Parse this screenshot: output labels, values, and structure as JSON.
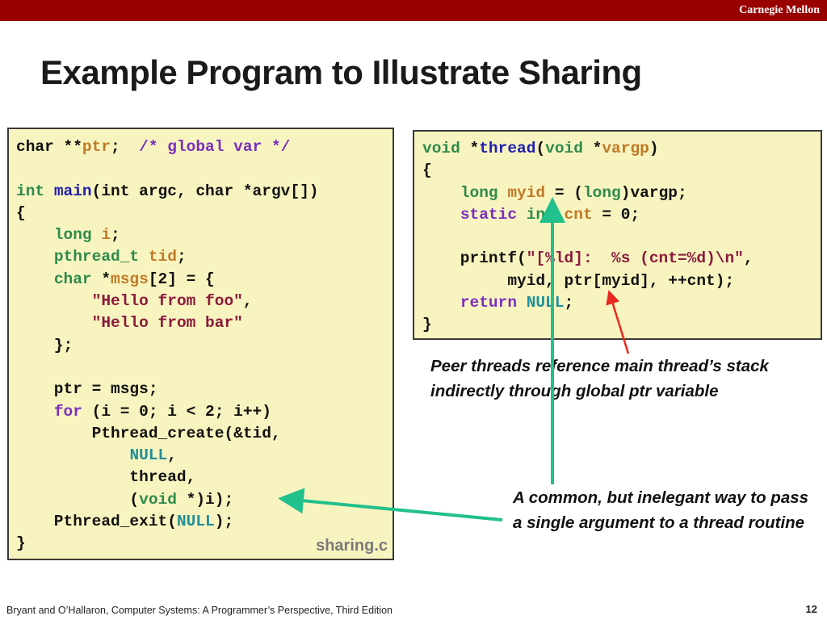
{
  "header": {
    "brand": "Carnegie Mellon"
  },
  "slide": {
    "title": "Example Program to Illustrate Sharing"
  },
  "code_left": {
    "filename": "sharing.c",
    "lines": [
      [
        [
          "char **",
          "p"
        ],
        [
          "ptr",
          "id"
        ],
        [
          ";  ",
          "p"
        ],
        [
          "/* global var */",
          "cm"
        ]
      ],
      [],
      [
        [
          "int ",
          "ty"
        ],
        [
          "main",
          "fn"
        ],
        [
          "(int argc, char *argv[])",
          "p"
        ]
      ],
      [
        [
          "{",
          "p"
        ]
      ],
      [
        [
          "    ",
          "p"
        ],
        [
          "long ",
          "ty"
        ],
        [
          "i",
          "id"
        ],
        [
          ";",
          "p"
        ]
      ],
      [
        [
          "    ",
          "p"
        ],
        [
          "pthread_t ",
          "ty"
        ],
        [
          "tid",
          "id"
        ],
        [
          ";",
          "p"
        ]
      ],
      [
        [
          "    ",
          "p"
        ],
        [
          "char ",
          "ty"
        ],
        [
          "*",
          "p"
        ],
        [
          "msgs",
          "id"
        ],
        [
          "[2] = {",
          "p"
        ]
      ],
      [
        [
          "        ",
          "p"
        ],
        [
          "\"Hello from foo\"",
          "st"
        ],
        [
          ",",
          "p"
        ]
      ],
      [
        [
          "        ",
          "p"
        ],
        [
          "\"Hello from bar\"",
          "st"
        ]
      ],
      [
        [
          "    };",
          "p"
        ]
      ],
      [],
      [
        [
          "    ptr = msgs;",
          "p"
        ]
      ],
      [
        [
          "    ",
          "p"
        ],
        [
          "for",
          "kw"
        ],
        [
          " (i = 0; i < 2; i++)",
          "p"
        ]
      ],
      [
        [
          "        Pthread_create(&tid,",
          "p"
        ]
      ],
      [
        [
          "            ",
          "p"
        ],
        [
          "NULL",
          "nl"
        ],
        [
          ",",
          "p"
        ]
      ],
      [
        [
          "            thread,",
          "p"
        ]
      ],
      [
        [
          "            (",
          "p"
        ],
        [
          "void",
          "ty"
        ],
        [
          " *)i);",
          "p"
        ]
      ],
      [
        [
          "    Pthread_exit(",
          "p"
        ],
        [
          "NULL",
          "nl"
        ],
        [
          ");",
          "p"
        ]
      ],
      [
        [
          "}",
          "p"
        ]
      ]
    ]
  },
  "code_right": {
    "lines": [
      [
        [
          "void",
          "ty"
        ],
        [
          " *",
          "p"
        ],
        [
          "thread",
          "fn"
        ],
        [
          "(",
          "p"
        ],
        [
          "void",
          "ty"
        ],
        [
          " *",
          "p"
        ],
        [
          "vargp",
          "id"
        ],
        [
          ")",
          "p"
        ]
      ],
      [
        [
          "{",
          "p"
        ]
      ],
      [
        [
          "    ",
          "p"
        ],
        [
          "long ",
          "ty"
        ],
        [
          "myid",
          "id"
        ],
        [
          " = (",
          "p"
        ],
        [
          "long",
          "ty"
        ],
        [
          ")vargp;",
          "p"
        ]
      ],
      [
        [
          "    ",
          "p"
        ],
        [
          "static ",
          "kw"
        ],
        [
          "int ",
          "ty"
        ],
        [
          "cnt",
          "id"
        ],
        [
          " = 0;",
          "p"
        ]
      ],
      [],
      [
        [
          "    printf(",
          "p"
        ],
        [
          "\"[%ld]:  %s (cnt=%d)\\n\"",
          "st"
        ],
        [
          ",",
          "p"
        ]
      ],
      [
        [
          "         myid, ptr[myid], ++cnt);",
          "p"
        ]
      ],
      [
        [
          "    ",
          "p"
        ],
        [
          "return ",
          "kw"
        ],
        [
          "NULL",
          "nl"
        ],
        [
          ";",
          "p"
        ]
      ],
      [
        [
          "}",
          "p"
        ]
      ]
    ]
  },
  "annotations": {
    "peer_threads": "Peer threads reference main thread’s stack indirectly through global ptr variable",
    "common_way": "A common, but inelegant way to pass a single argument to a thread routine"
  },
  "footer": {
    "citation": "Bryant and O’Hallaron, Computer Systems: A Programmer’s Perspective, Third Edition",
    "page_number": "12"
  },
  "colors": {
    "topbar": "#990000",
    "code_background": "#f8f4c0",
    "keyword": "#7b2fbf",
    "type": "#2e8b4c",
    "identifier": "#c07a28",
    "function_name": "#2020b0",
    "string": "#8b1a3c",
    "null": "#1f8f9a",
    "arrow_teal": "#21c08c",
    "arrow_red": "#e8281e"
  }
}
